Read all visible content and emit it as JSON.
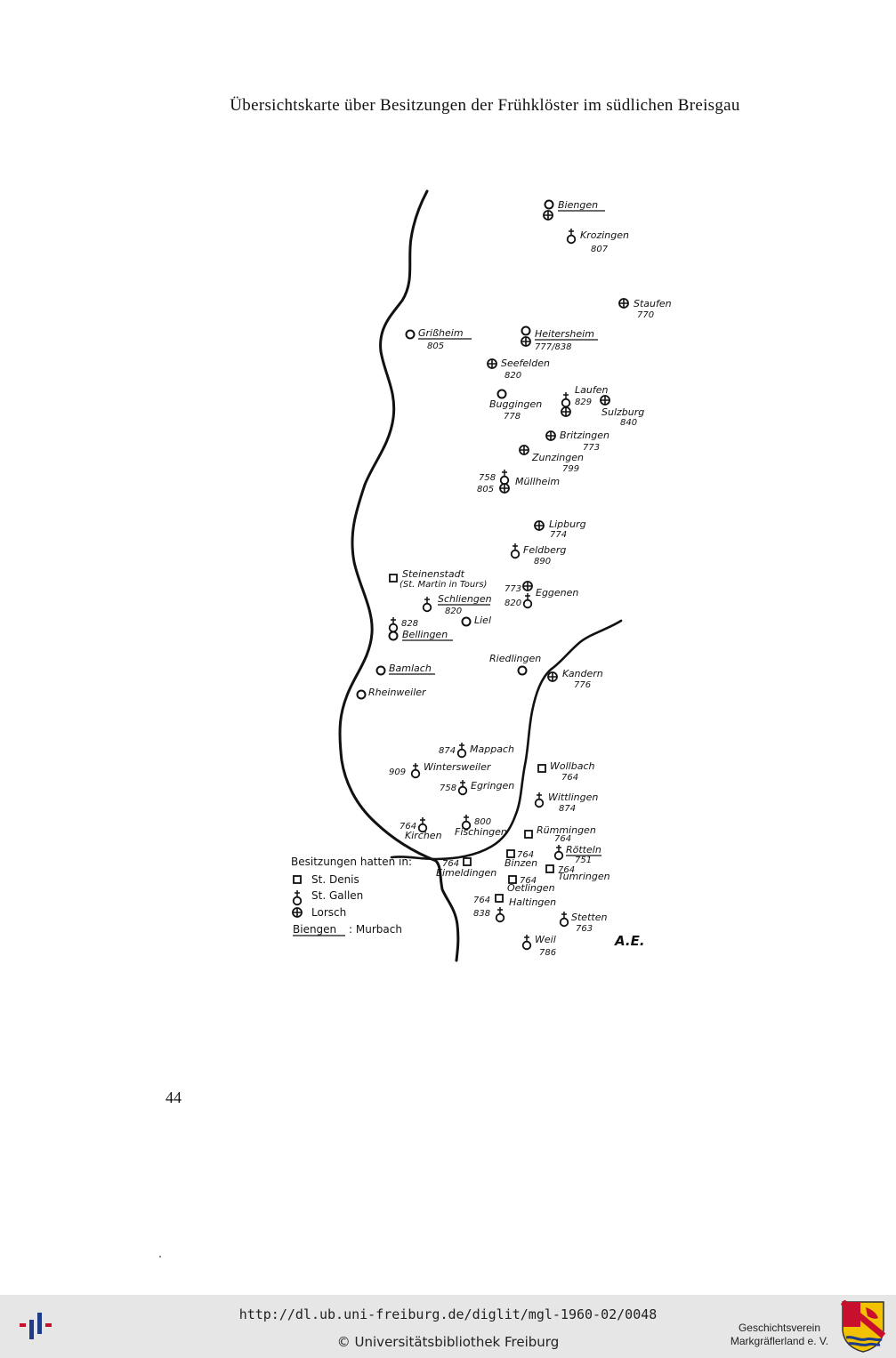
{
  "page": {
    "title": "Übersichtskarte über Besitzungen der Frühklöster im südlichen Breisgau",
    "page_number": "44"
  },
  "map": {
    "places": [
      {
        "name": "Biengen",
        "num": ""
      },
      {
        "name": "Krozingen",
        "num": "807"
      },
      {
        "name": "Staufen",
        "num": "770"
      },
      {
        "name": "Grißheim",
        "num": "805"
      },
      {
        "name": "Heitersheim",
        "num": "777/838"
      },
      {
        "name": "Seefelden",
        "num": "820"
      },
      {
        "name": "Laufen",
        "num": "829"
      },
      {
        "name": "Buggingen",
        "num": "778"
      },
      {
        "name": "Sulzburg",
        "num": "840"
      },
      {
        "name": "Britzingen",
        "num": "773"
      },
      {
        "name": "Zunzingen",
        "num": "799"
      },
      {
        "name": "Müllheim",
        "num1": "758",
        "num2": "805"
      },
      {
        "name": "Lipburg",
        "num": "774"
      },
      {
        "name": "Feldberg",
        "num": "890"
      },
      {
        "name": "Steinenstadt",
        "sub": "(St. Martin in Tours)"
      },
      {
        "name": "Schliengen",
        "num": "820"
      },
      {
        "name": "Eggenen",
        "num1": "773",
        "num2": "820"
      },
      {
        "name": "Bellingen",
        "num": "828"
      },
      {
        "name": "Liel"
      },
      {
        "name": "Riedlingen"
      },
      {
        "name": "Bamlach"
      },
      {
        "name": "Kandern",
        "num": "776"
      },
      {
        "name": "Rheinweiler"
      },
      {
        "name": "Mappach",
        "num": "874"
      },
      {
        "name": "Wintersweiler",
        "num": "909"
      },
      {
        "name": "Wollbach",
        "num": "764"
      },
      {
        "name": "Egringen",
        "num": "758"
      },
      {
        "name": "Wittlingen",
        "num": "874"
      },
      {
        "name": "Kirchen",
        "num": "764"
      },
      {
        "name": "Fischingen",
        "num": "800"
      },
      {
        "name": "Rümmingen",
        "num": "764"
      },
      {
        "name": "Eimeldingen",
        "num": "764"
      },
      {
        "name": "Binzen",
        "num": "764"
      },
      {
        "name": "Rötteln",
        "num": "751"
      },
      {
        "name": "Tumringen",
        "num": "764"
      },
      {
        "name": "Oetlingen",
        "num": "764"
      },
      {
        "name": "Haltingen",
        "num1": "764",
        "num2": "838"
      },
      {
        "name": "Stetten",
        "num": "763"
      },
      {
        "name": "Weil",
        "num": "786"
      }
    ],
    "signature": "A.E.",
    "legend": {
      "heading": "Besitzungen hatten in:",
      "items": [
        {
          "symbol": "square",
          "label": "St. Denis"
        },
        {
          "symbol": "cross-circle",
          "label": "St. Gallen"
        },
        {
          "symbol": "lorsch",
          "label": "Lorsch"
        }
      ],
      "underline_example": "Biengen",
      "underline_meaning": ": Murbach"
    }
  },
  "footer": {
    "url": "http://dl.ub.uni-freiburg.de/diglit/mgl-1960-02/0048",
    "copyright": "© Universitätsbibliothek Freiburg",
    "org_line1": "Geschichtsverein",
    "org_line2": "Markgräflerland e. V."
  }
}
